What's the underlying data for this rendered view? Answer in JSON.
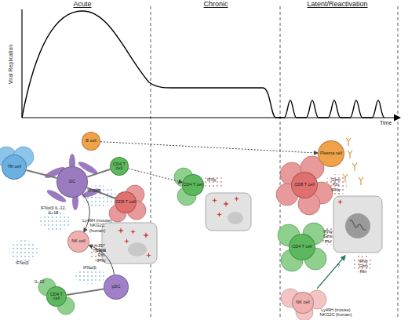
{
  "diagram": {
    "nodes": [
      {
        "text": [
          "B cell"
        ]
      },
      {
        "text": [
          "Tfh cell"
        ]
      },
      {
        "text": [
          "DC"
        ]
      },
      {
        "text": [
          "CD4 T cell"
        ]
      },
      {
        "text": [
          "CD8 T cell"
        ]
      },
      {
        "text": [
          "NK cell"
        ]
      },
      {
        "text": [
          "pDC"
        ]
      },
      {
        "text": [
          "CD4 T cell"
        ]
      },
      {
        "text": [
          "CD4 T cell"
        ]
      },
      {
        "text": [
          "Plasma cell"
        ]
      },
      {
        "text": [
          "CD8 T cell"
        ]
      },
      {
        "text": [
          "CD4 T cell"
        ]
      },
      {
        "text": [
          "NK cell"
        ]
      }
    ],
    "edges": [
      {
        "from": 0,
        "to": 9,
        "arrow": "to"
      },
      {
        "from": 3,
        "to": 8,
        "arrow": "to"
      },
      {
        "from": 2,
        "to": 5,
        "arrow": "to"
      },
      {
        "from": 6,
        "to": 5,
        "arrow": "to"
      },
      {
        "from": 1,
        "to": 2,
        "arrow": "none"
      },
      {
        "from": 2,
        "to": 3,
        "arrow": "none"
      },
      {
        "from": 2,
        "to": 4,
        "arrow": "none"
      },
      {
        "from": 7,
        "to": 6,
        "arrow": "none"
      }
    ],
    "labels": [
      "Acute",
      "Chronic",
      "Latent/Reactivation",
      "Viral Replication",
      "Time",
      "IFNα/β",
      "IFNα/β IL-12, IL-18",
      "Ly49H (mouse) NKG2C (human)",
      "m157 HLA-E",
      "Gzm Pfn IFNγ",
      "IFNα/β",
      "IL-12",
      "IFNα/β",
      "IFNγ",
      "Gzm Pfn IFNγ",
      "IFNγ Gzm Pfn",
      "?",
      "IFNγ Gzm Pfn",
      "Ly49H (mouse) NKG2C (human)"
    ]
  }
}
